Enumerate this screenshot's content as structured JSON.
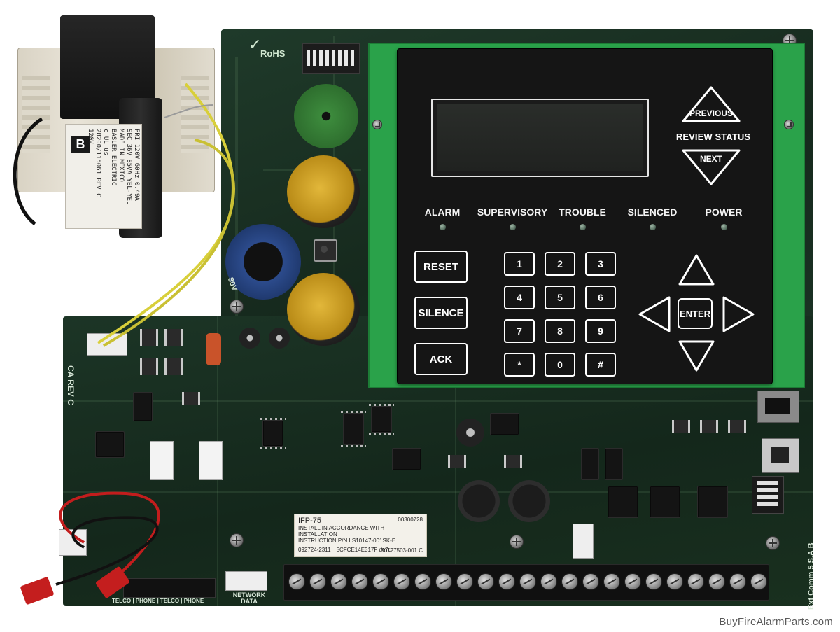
{
  "transformer": {
    "brand_mark": "B",
    "label_lines": [
      "PRI 120V 60Hz 0.49A",
      "SEC 36V 85VA YEL-YEL",
      "MADE IN MEXICO",
      "BASLER ELECTRIC",
      "c UL us",
      "28200/115061 REV C",
      "120V"
    ]
  },
  "board": {
    "rohs_text": "RoHS",
    "cap_rating": "80V",
    "ifp_label": {
      "model": "IFP-75",
      "line1": "INSTALL IN ACCORDANCE WITH INSTALLATION",
      "line2": "INSTRUCTION P/N LS10147-001SK-E",
      "serial_a": "092724-2311",
      "serial_b": "5CFCE14E317F de7d",
      "code_a": "00300728",
      "code_b": "50127503-001 C"
    },
    "silkscreen": {
      "telco_phone": "TELCO | PHONE | TELCO | PHONE",
      "network_data": "NETWORK\nDATA",
      "rev": "CA REV C",
      "ext_comm": "Ext Comm 5 S.A B"
    }
  },
  "keypad": {
    "review": {
      "previous": "PREVIOUS",
      "label": "REVIEW STATUS",
      "next": "NEXT"
    },
    "leds": [
      {
        "label": "ALARM"
      },
      {
        "label": "SUPERVISORY"
      },
      {
        "label": "TROUBLE"
      },
      {
        "label": "SILENCED"
      },
      {
        "label": "POWER"
      }
    ],
    "buttons": {
      "reset": "RESET",
      "silence": "SILENCE",
      "ack": "ACK",
      "enter": "ENTER"
    },
    "keys": [
      "1",
      "2",
      "3",
      "4",
      "5",
      "6",
      "7",
      "8",
      "9",
      "*",
      "0",
      "#"
    ]
  },
  "watermark": "BuyFireAlarmParts.com",
  "colors": {
    "pcb": "#1a3224",
    "keypad_board": "#2aa24a",
    "panel": "#151515",
    "key_outline": "#ffffff"
  }
}
